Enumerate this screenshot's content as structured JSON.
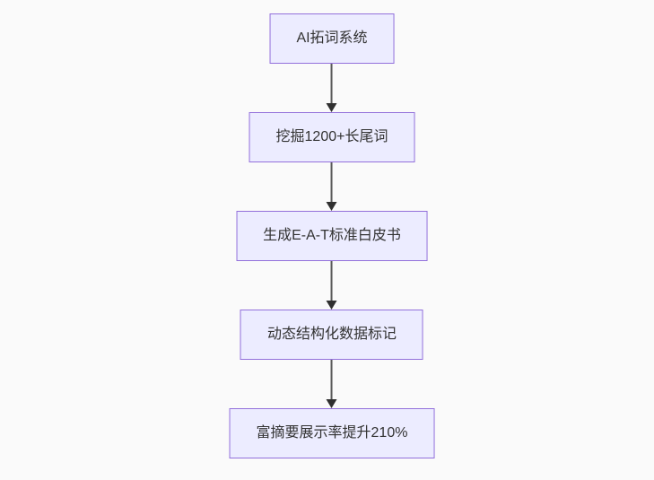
{
  "diagram": {
    "type": "flowchart",
    "direction": "top-down",
    "nodes": [
      {
        "id": "A",
        "label": "AI拓词系统"
      },
      {
        "id": "B",
        "label": "挖掘1200+长尾词"
      },
      {
        "id": "C",
        "label": "生成E-A-T标准白皮书"
      },
      {
        "id": "D",
        "label": "动态结构化数据标记"
      },
      {
        "id": "E",
        "label": "富摘要展示率提升210%"
      }
    ],
    "edges": [
      {
        "from": "A",
        "to": "B"
      },
      {
        "from": "B",
        "to": "C"
      },
      {
        "from": "C",
        "to": "D"
      },
      {
        "from": "D",
        "to": "E"
      }
    ]
  },
  "colors": {
    "background": "#fafafa",
    "node_fill": "#ECECFF",
    "node_border": "#9370DB",
    "node_text": "#333333",
    "edge_line": "#5a5a5a",
    "edge_head": "#2f2f2f"
  }
}
